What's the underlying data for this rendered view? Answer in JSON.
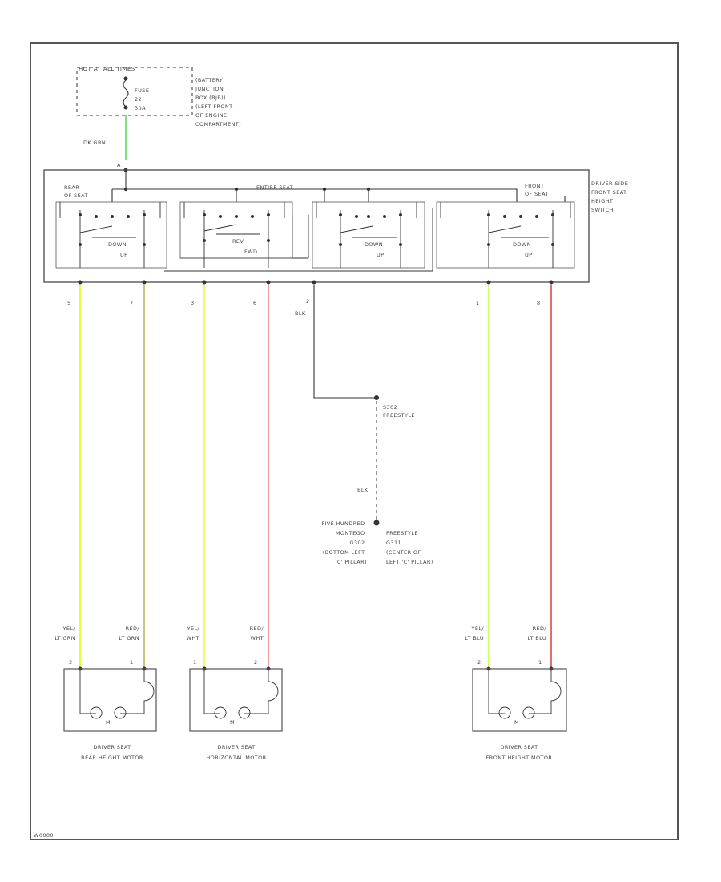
{
  "power": {
    "hot_at_all_times": "HOT AT ALL TIMES",
    "fuse_label": "FUSE",
    "fuse_number": "22",
    "fuse_rating": "30A",
    "junction_box": [
      "(BATTERY",
      "JUNCTION",
      "BOX (BJB))",
      "(LEFT FRONT",
      "OF ENGINE",
      "COMPARTMENT)"
    ],
    "feed_wire": "DK GRN",
    "connector_pin": "A"
  },
  "switch": {
    "name": [
      "DRIVER SIDE",
      "FRONT SEAT",
      "HEIGHT",
      "SWITCH"
    ],
    "rear_label": [
      "REAR",
      "OF SEAT"
    ],
    "entire_seat_label": "ENTIRE SEAT",
    "front_label": [
      "FRONT",
      "OF SEAT"
    ],
    "sections": [
      {
        "down": "DOWN",
        "up": "UP"
      },
      {
        "down": "REV",
        "up": "FWD"
      },
      {
        "down": "DOWN",
        "up": "UP"
      },
      {
        "down": "DOWN",
        "up": "UP"
      }
    ]
  },
  "pins": [
    "5",
    "7",
    "3",
    "6",
    "2",
    "1",
    "8"
  ],
  "ground": {
    "wire_top": "BLK",
    "splice_label": [
      "S302",
      "FREESTYLE"
    ],
    "wire_bottom": "BLK",
    "g_left": [
      "FIVE HUNDRED",
      "MONTEGO",
      "G302",
      "(BOTTOM LEFT",
      "'C' PILLAR)"
    ],
    "g_right": [
      "FREESTYLE",
      "G311",
      "(CENTER OF",
      "LEFT 'C' PILLAR)"
    ]
  },
  "wires": {
    "colors": {
      "yel_lt_grn": "#e6ff33",
      "red_lt_grn": "#c8c882",
      "yel_wht": "#f7f76a",
      "red_wht": "#f4a0a0",
      "yel_lt_blu": "#ccff66",
      "red_lt_blu": "#e07070",
      "dk_grn": "#7ee07e"
    },
    "motor_labels": [
      [
        "YEL/",
        "LT GRN"
      ],
      [
        "RED/",
        "LT GRN"
      ],
      [
        "YEL/",
        "WHT"
      ],
      [
        "RED/",
        "WHT"
      ],
      [
        "YEL/",
        "LT BLU"
      ],
      [
        "RED/",
        "LT BLU"
      ]
    ]
  },
  "motors": [
    {
      "name": [
        "DRIVER SEAT",
        "REAR HEIGHT MOTOR"
      ],
      "pin_left": "2",
      "pin_right": "1",
      "m": "M"
    },
    {
      "name": [
        "DRIVER SEAT",
        "HORIZONTAL MOTOR"
      ],
      "pin_left": "1",
      "pin_right": "2",
      "m": "M"
    },
    {
      "name": [
        "DRIVER SEAT",
        "FRONT HEIGHT MOTOR"
      ],
      "pin_left": "2",
      "pin_right": "1",
      "m": "M"
    }
  ],
  "footer": {
    "code": "W0000"
  }
}
